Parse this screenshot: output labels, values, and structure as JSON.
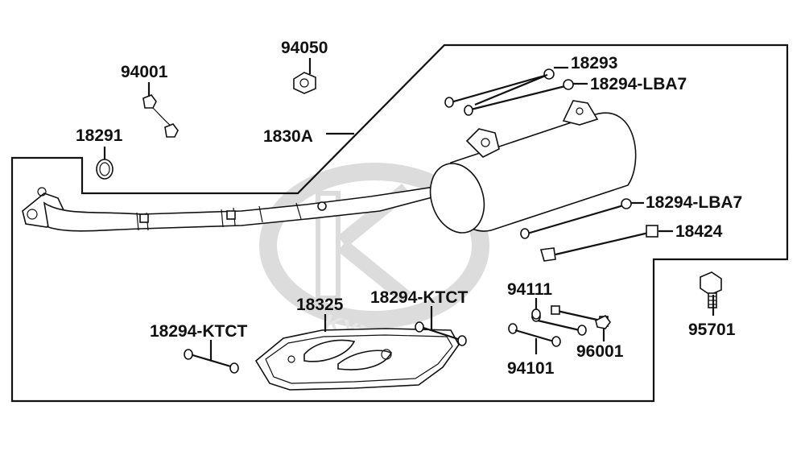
{
  "colors": {
    "ink": "#111111",
    "watermark": "#dcdcdc",
    "background": "#ffffff"
  },
  "watermark": {
    "icon": "kymco-logo-watermark",
    "text": "KYMCO"
  },
  "labels": {
    "p94050": "94050",
    "p94001": "94001",
    "p18291": "18291",
    "p1830A": "1830A",
    "p18293": "18293",
    "p18294_lba7_top": "18294-LBA7",
    "p18294_lba7_mid": "18294-LBA7",
    "p18424": "18424",
    "p95701": "95701",
    "p94111": "94111",
    "p18294_ktct_right": "18294-KTCT",
    "p18325": "18325",
    "p18294_ktct_left": "18294-KTCT",
    "p96001": "96001",
    "p94101": "94101"
  }
}
